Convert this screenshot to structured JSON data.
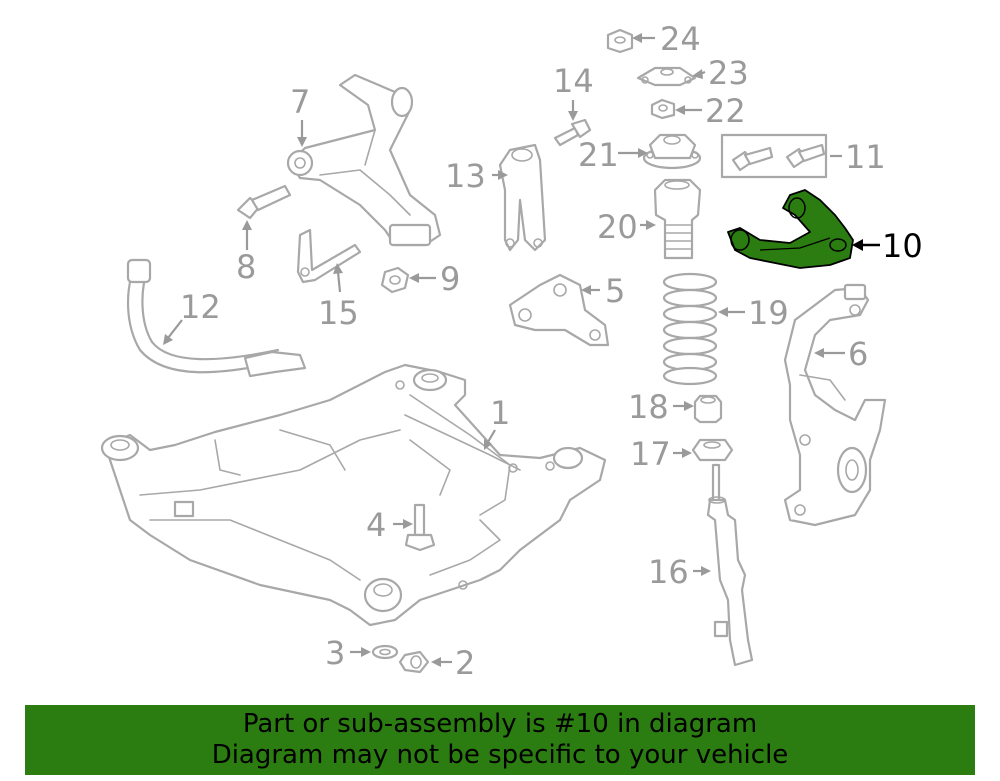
{
  "diagram": {
    "highlighted_part": "10",
    "highlight_color": "#2b7d12",
    "part_labels": {
      "p1": "1",
      "p2": "2",
      "p3": "3",
      "p4": "4",
      "p5": "5",
      "p6": "6",
      "p7": "7",
      "p8": "8",
      "p9": "9",
      "p10": "10",
      "p11": "11",
      "p12": "12",
      "p13": "13",
      "p14": "14",
      "p15": "15",
      "p16": "16",
      "p17": "17",
      "p18": "18",
      "p19": "19",
      "p20": "20",
      "p21": "21",
      "p22": "22",
      "p23": "23",
      "p24": "24"
    }
  },
  "banner": {
    "line1": "Part or sub-assembly is #10 in diagram",
    "line2": "Diagram may not be specific to your vehicle",
    "background": "#2b7d12"
  }
}
